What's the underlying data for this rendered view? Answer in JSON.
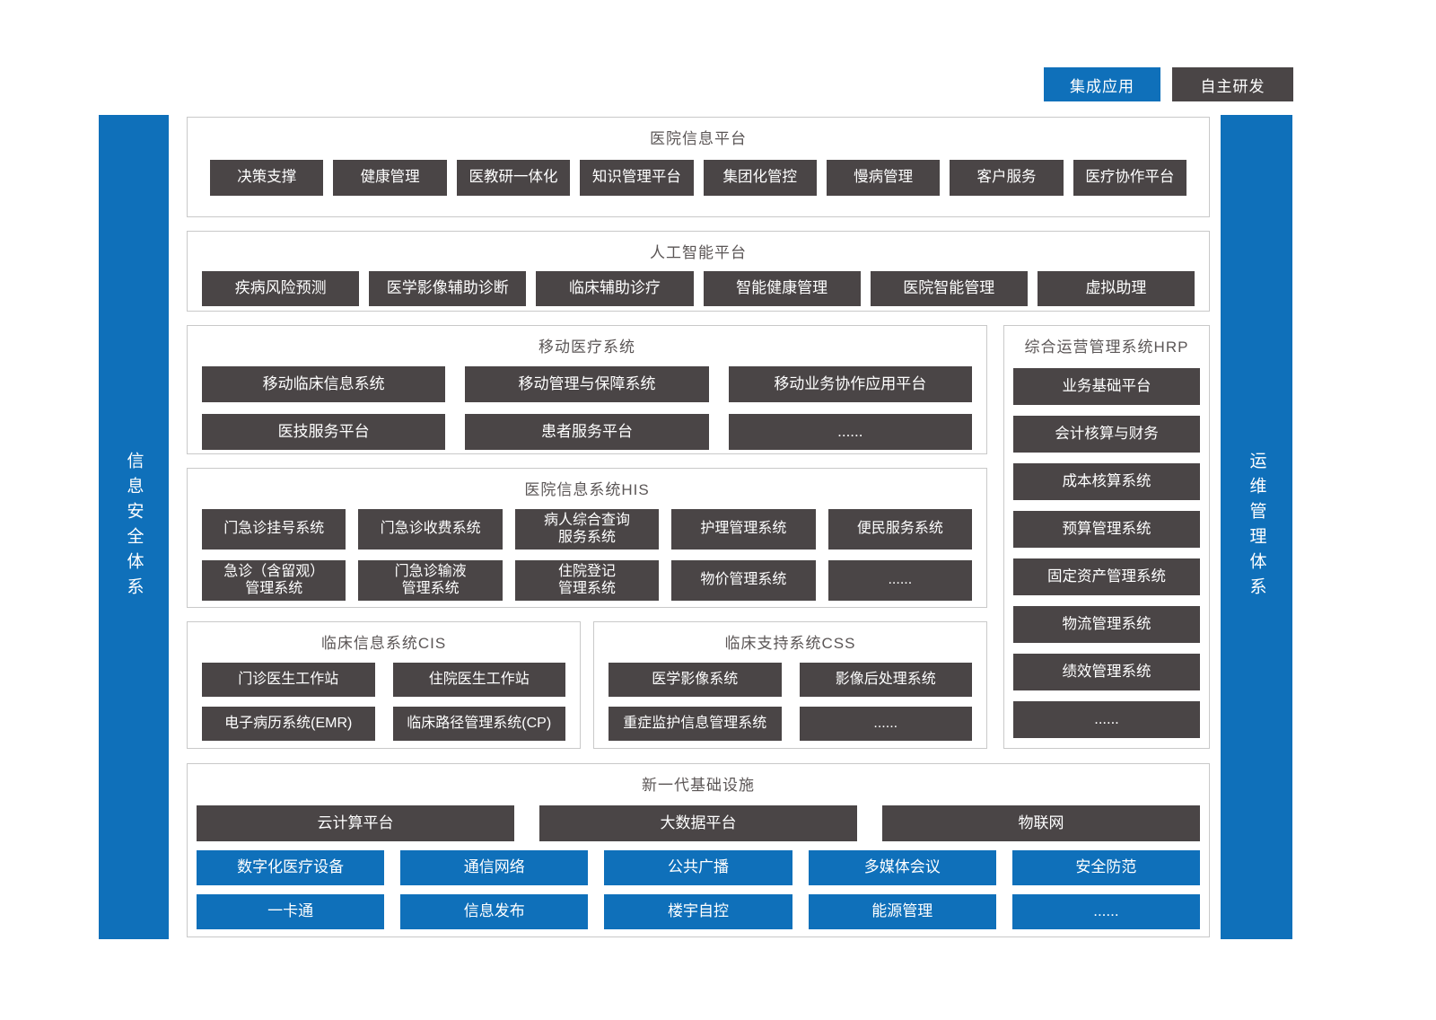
{
  "legend": {
    "integrated": "集成应用",
    "self_developed": "自主研发"
  },
  "left_bar": "信息安全体系",
  "right_bar": "运维管理体系",
  "colors": {
    "blue": "#0f70ba",
    "dark_gray": "#4a4546",
    "border": "#c9c9c9"
  },
  "sections": {
    "platform": {
      "title": "医院信息平台",
      "items": [
        "决策支撑",
        "健康管理",
        "医教研一体化",
        "知识管理平台",
        "集团化管控",
        "慢病管理",
        "客户服务",
        "医疗协作平台"
      ]
    },
    "ai": {
      "title": "人工智能平台",
      "items": [
        "疾病风险预测",
        "医学影像辅助诊断",
        "临床辅助诊疗",
        "智能健康管理",
        "医院智能管理",
        "虚拟助理"
      ]
    },
    "mobile": {
      "title": "移动医疗系统",
      "rows": [
        [
          "移动临床信息系统",
          "移动管理与保障系统",
          "移动业务协作应用平台"
        ],
        [
          "医技服务平台",
          "患者服务平台",
          "......"
        ]
      ]
    },
    "hrp": {
      "title": "综合运营管理系统HRP",
      "items": [
        "业务基础平台",
        "会计核算与财务",
        "成本核算系统",
        "预算管理系统",
        "固定资产管理系统",
        "物流管理系统",
        "绩效管理系统",
        "......"
      ]
    },
    "his": {
      "title": "医院信息系统HIS",
      "rows": [
        [
          "门急诊挂号系统",
          "门急诊收费系统",
          "病人综合查询\n服务系统",
          "护理管理系统",
          "便民服务系统"
        ],
        [
          "急诊（含留观）\n管理系统",
          "门急诊输液\n管理系统",
          "住院登记\n管理系统",
          "物价管理系统",
          "......"
        ]
      ]
    },
    "cis": {
      "title": "临床信息系统CIS",
      "rows": [
        [
          "门诊医生工作站",
          "住院医生工作站"
        ],
        [
          "电子病历系统(EMR)",
          "临床路径管理系统(CP)"
        ]
      ]
    },
    "css": {
      "title": "临床支持系统CSS",
      "rows": [
        [
          "医学影像系统",
          "影像后处理系统"
        ],
        [
          "重症监护信息管理系统",
          "......"
        ]
      ]
    },
    "infra": {
      "title": "新一代基础设施",
      "dark_row": [
        "云计算平台",
        "大数据平台",
        "物联网"
      ],
      "blue_rows": [
        [
          "数字化医疗设备",
          "通信网络",
          "公共广播",
          "多媒体会议",
          "安全防范"
        ],
        [
          "一卡通",
          "信息发布",
          "楼宇自控",
          "能源管理",
          "......"
        ]
      ]
    }
  }
}
